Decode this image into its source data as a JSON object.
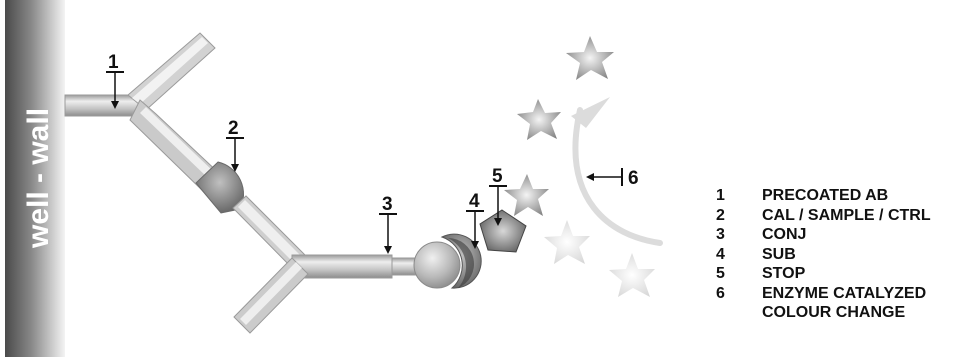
{
  "wall": {
    "label": "well - wall"
  },
  "markers": [
    "1",
    "2",
    "3",
    "4",
    "5",
    "6"
  ],
  "legend": {
    "items": [
      {
        "num": "1",
        "text": "PRECOATED AB"
      },
      {
        "num": "2",
        "text": "CAL / SAMPLE / CTRL"
      },
      {
        "num": "3",
        "text": "CONJ"
      },
      {
        "num": "4",
        "text": "SUB"
      },
      {
        "num": "5",
        "text": "STOP"
      },
      {
        "num": "6",
        "text": "ENZYME CATALYZED"
      }
    ],
    "continuation": "COLOUR CHANGE"
  }
}
